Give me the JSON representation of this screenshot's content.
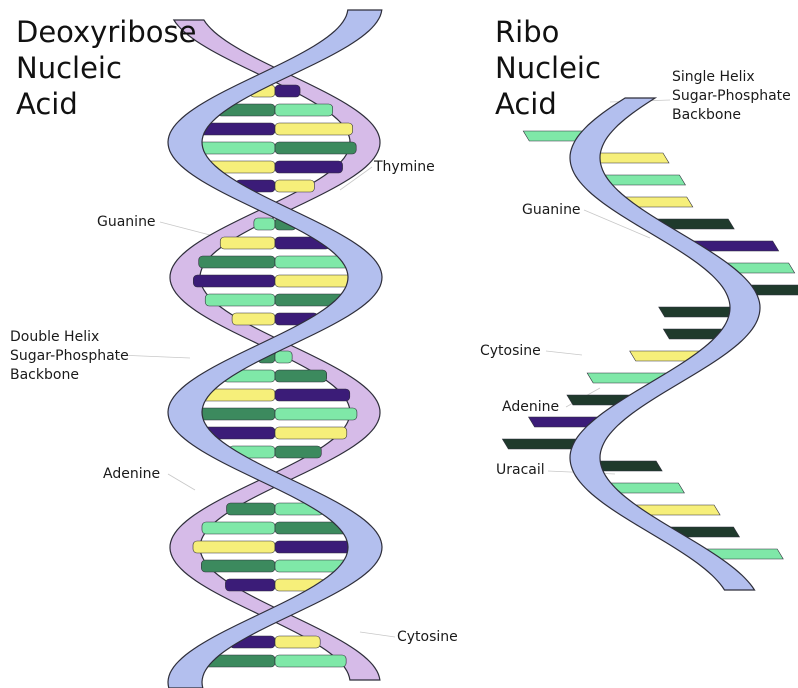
{
  "dna": {
    "title_lines": [
      "Deoxyribose",
      "Nucleic",
      "Acid"
    ],
    "labels": {
      "thymine": "Thymine",
      "guanine": "Guanine",
      "backbone": [
        "Double Helix",
        "Sugar-Phosphate",
        "Backbone"
      ],
      "adenine": "Adenine",
      "cytosine": "Cytosine"
    }
  },
  "rna": {
    "title_lines": [
      "Ribo",
      "Nucleic",
      "Acid"
    ],
    "labels": {
      "backbone": [
        "Single Helix",
        "Sugar-Phosphate",
        "Backbone"
      ],
      "guanine": "Guanine",
      "cytosine": "Cytosine",
      "adenine": "Adenine",
      "uracil": "Uracail"
    }
  },
  "colors": {
    "strand_blue": "#b3bfee",
    "strand_lilac": "#d6bbe8",
    "outline": "#2e2e3a",
    "base_green_light": "#7fe8a8",
    "base_yellow": "#f6ef7a",
    "base_purple": "#3b1c78",
    "base_green_dark": "#3c8a5e",
    "base_green_black": "#1f3a2c"
  }
}
